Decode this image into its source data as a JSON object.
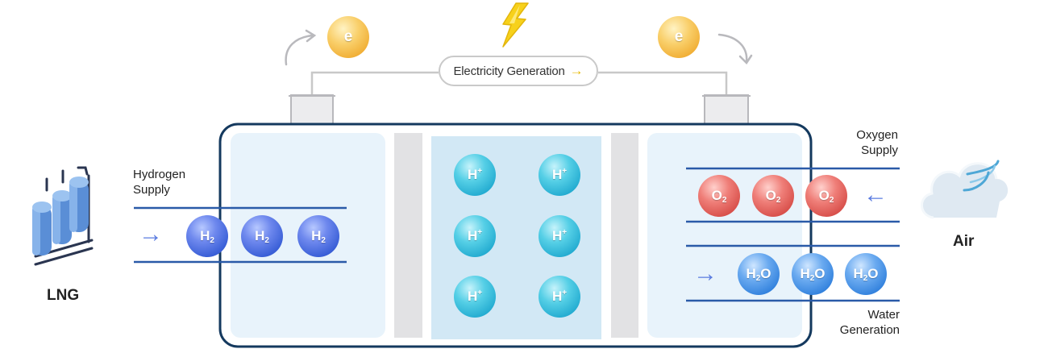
{
  "electricity": {
    "label": "Electricity Generation",
    "arrow": "→"
  },
  "electron": {
    "symbol": "e"
  },
  "anode_input": {
    "label_line1": "Hydrogen",
    "label_line2": "Supply",
    "arrow": "→",
    "molecules": [
      "H",
      "H",
      "H"
    ],
    "subscript": "2"
  },
  "membrane": {
    "ions": [
      "H",
      "H",
      "H",
      "H",
      "H",
      "H"
    ],
    "charge": "+"
  },
  "cathode_input": {
    "label_line1": "Oxygen",
    "label_line2": "Supply",
    "arrow": "←",
    "molecules": [
      "O",
      "O",
      "O"
    ],
    "subscript": "2"
  },
  "cathode_output": {
    "label_line1": "Water",
    "label_line2": "Generation",
    "arrow": "→",
    "molecules": [
      "H",
      "H",
      "H"
    ],
    "subscript": "2",
    "suffix": "O"
  },
  "sources": {
    "left": "LNG",
    "right": "Air"
  },
  "colors": {
    "cell_border": "#14395e",
    "chamber_bg": "#e8f3fb",
    "membrane_bg": "#d2e8f5",
    "separator": "#e2e2e4",
    "channel_line": "#2a5aa8",
    "arrow_blue": "#5b7ce0",
    "hydrogen": "#3a5fd7",
    "proton": "#20a9cf",
    "oxygen": "#d64c47",
    "water": "#2f7fdc",
    "electron": "#efa82b",
    "bolt": "#f7d11b",
    "wire": "#c8c8c8"
  },
  "icons": [
    "lightning-bolt-icon",
    "lng-tanks-icon",
    "cloud-wind-icon"
  ]
}
